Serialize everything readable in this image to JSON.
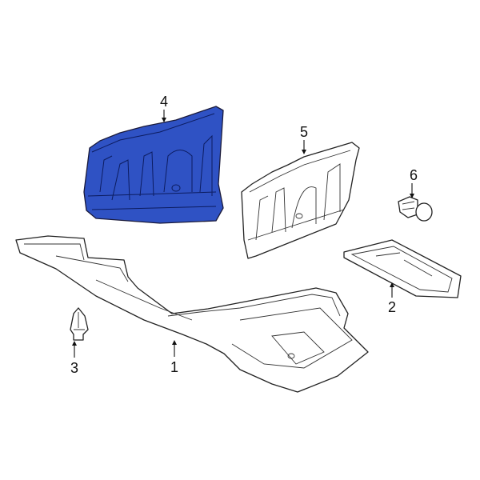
{
  "diagram": {
    "highlight_color": "#2f52c4",
    "callouts": [
      {
        "id": "1",
        "part": "main-splash-shield"
      },
      {
        "id": "2",
        "part": "side-splash-shield"
      },
      {
        "id": "3",
        "part": "clip"
      },
      {
        "id": "4",
        "part": "highlighted-splash-shield"
      },
      {
        "id": "5",
        "part": "engine-splash-shield"
      },
      {
        "id": "6",
        "part": "retainer"
      }
    ]
  }
}
